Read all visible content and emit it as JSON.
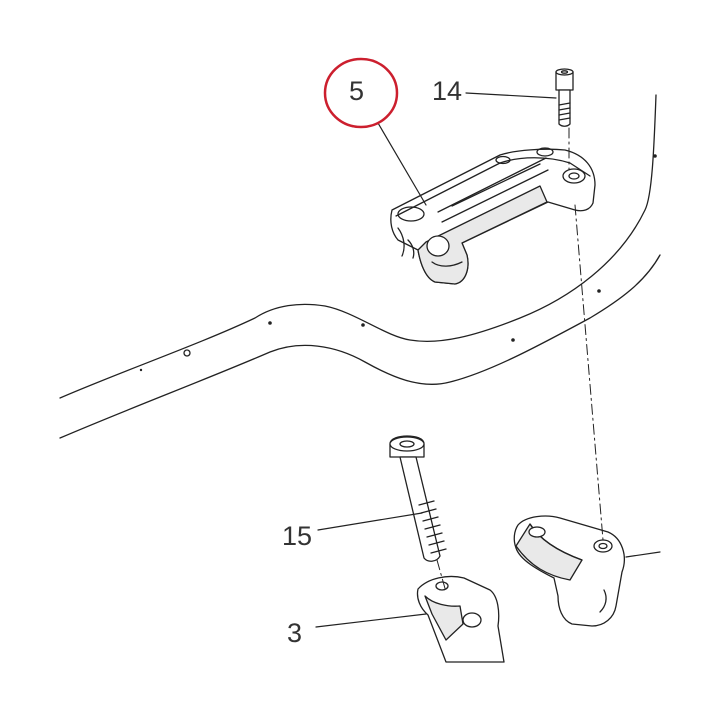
{
  "diagram": {
    "callouts": [
      {
        "id": "c5",
        "label": "5",
        "highlighted": true
      },
      {
        "id": "c14",
        "label": "14",
        "highlighted": false
      },
      {
        "id": "c15",
        "label": "15",
        "highlighted": false
      },
      {
        "id": "c3",
        "label": "3",
        "highlighted": false
      }
    ],
    "colors": {
      "highlight": "#cc1f2e",
      "line": "#222222",
      "part_fill": "#ffffff",
      "part_shade": "#e9e9e9"
    }
  }
}
